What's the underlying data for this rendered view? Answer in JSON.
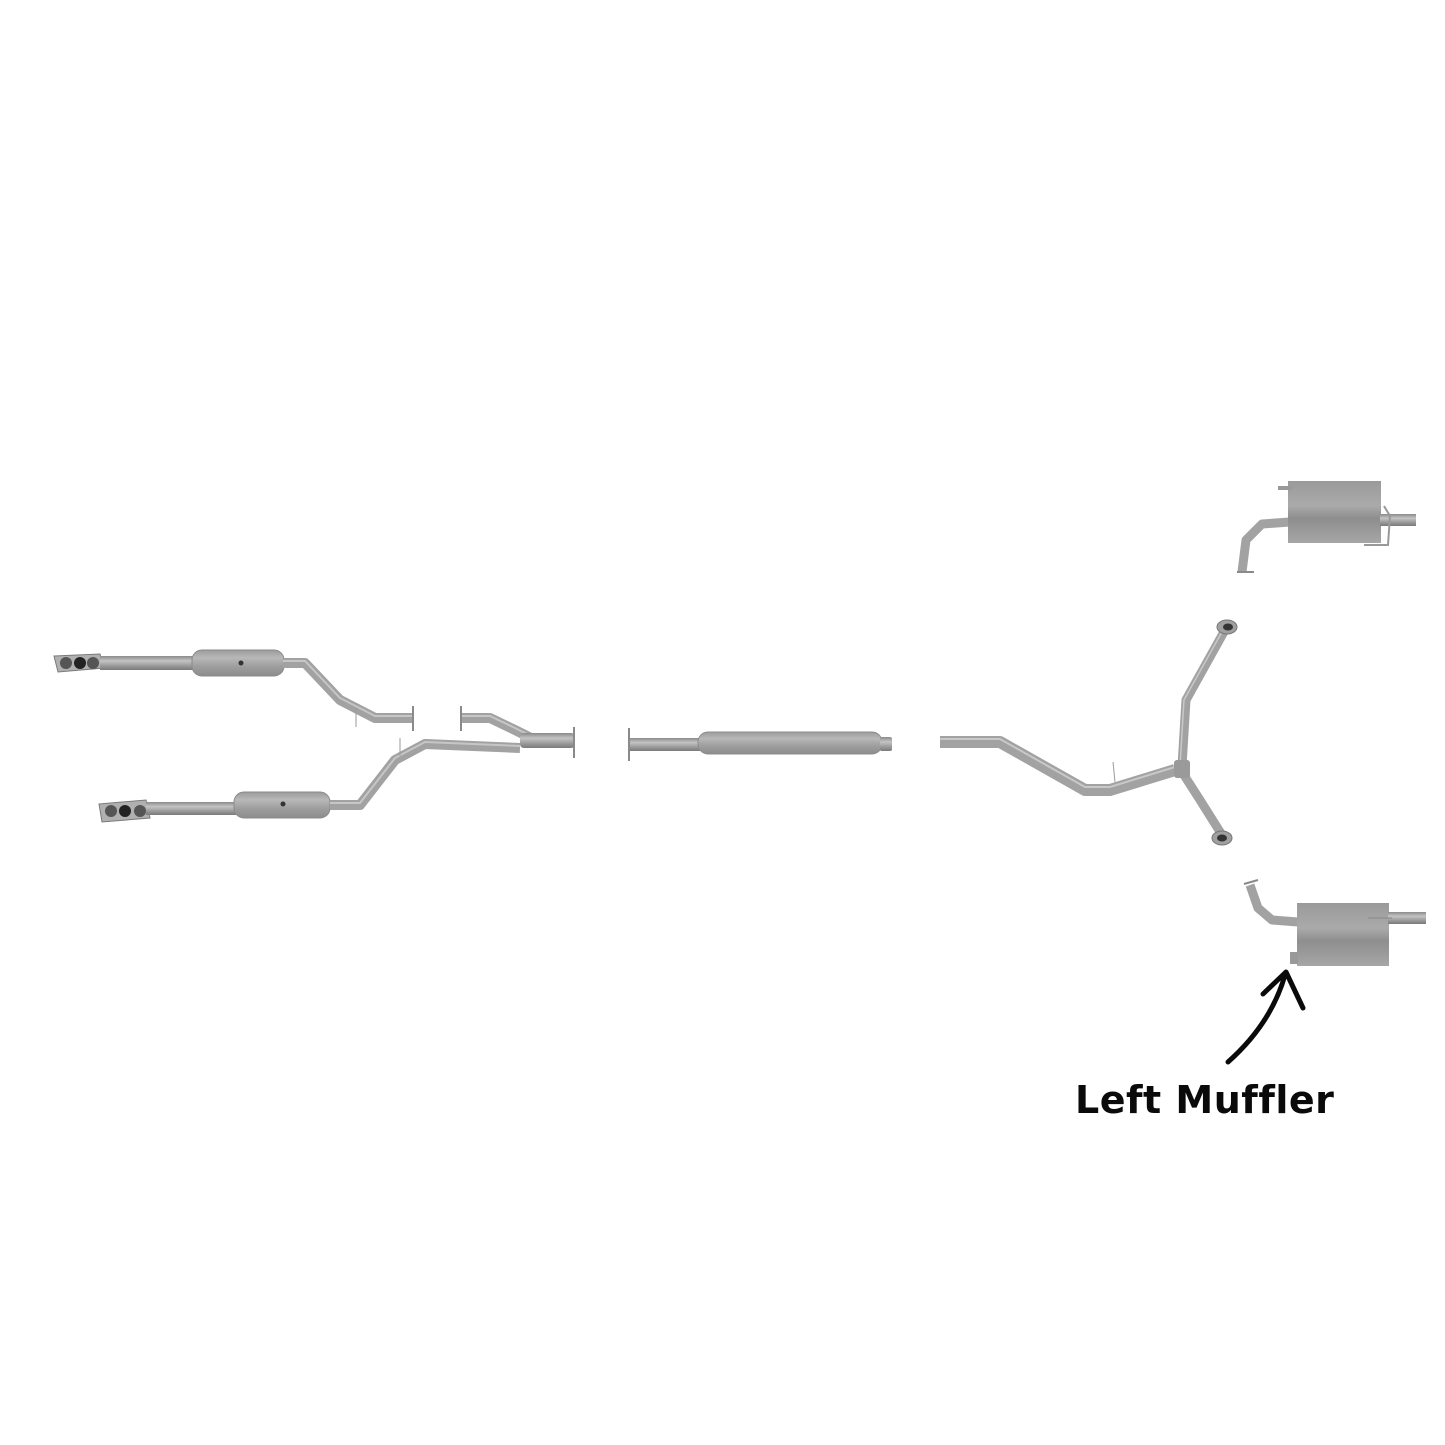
{
  "diagram": {
    "title": "Exhaust system parts diagram",
    "background_color": "#ffffff",
    "metal_color": "#a3a3a3",
    "metal_dark": "#7d7d7d",
    "metal_light": "#c8c8c8",
    "components": [
      {
        "id": "front-pipe-upper",
        "name": "Upper manifold with catalytic converter"
      },
      {
        "id": "front-pipe-lower",
        "name": "Lower manifold with catalytic converter"
      },
      {
        "id": "y-pipe",
        "name": "Front Y-pipe"
      },
      {
        "id": "center-resonator",
        "name": "Center resonator pipe"
      },
      {
        "id": "rear-y-pipe",
        "name": "Rear Y-pipe"
      },
      {
        "id": "right-muffler",
        "name": "Right muffler"
      },
      {
        "id": "left-muffler",
        "name": "Left muffler"
      }
    ],
    "annotation": {
      "label": "Left Muffler",
      "arrow": "curved-arrow-up",
      "label_color": "#0a0a0a"
    }
  }
}
